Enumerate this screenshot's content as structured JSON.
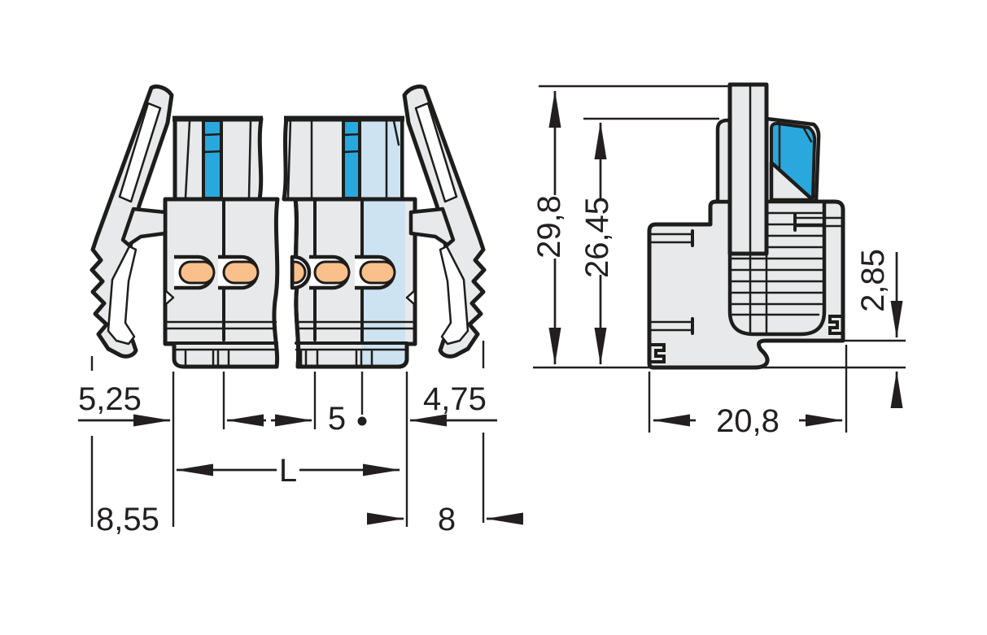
{
  "drawing": {
    "kind": "connector-dimension-drawing",
    "views": {
      "front": "front view with locking levers",
      "side": "side profile view"
    }
  },
  "dimensions": {
    "front": {
      "offset_left": "5,25",
      "pole_pitch": "5",
      "offset_right": "4,75",
      "total_length": "L",
      "lever_offset_left": "8,55",
      "lever_offset_right": "8"
    },
    "side": {
      "total_height": "29,8",
      "housing_height": "26,45",
      "bottom_step": "2,85",
      "depth": "20,8"
    }
  },
  "colors": {
    "outline": "#1d1d1b",
    "dim_line": "#231f20",
    "body_gray": "#e8e9ea",
    "accent_blue": "#29a8dd",
    "light_blue": "#cde3f1",
    "contact_orange": "#f9c08c"
  }
}
